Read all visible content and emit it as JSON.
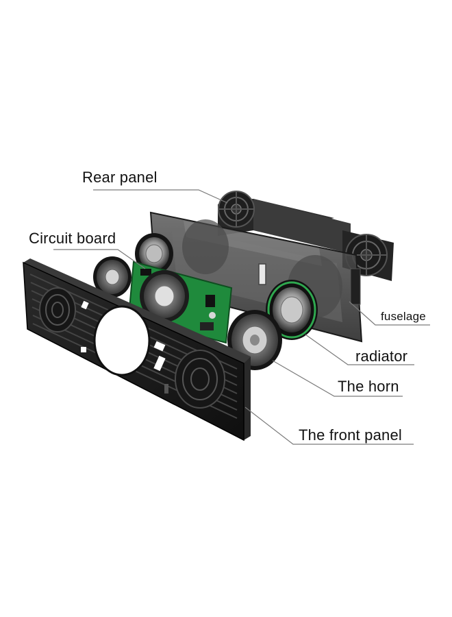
{
  "labels": {
    "rear_panel": "Rear panel",
    "circuit_board": "Circuit board",
    "fuselage": "fuselage",
    "radiator": "radiator",
    "horn": "The horn",
    "front_panel": "The front panel"
  },
  "colors": {
    "panel_dark": "#1a1a1a",
    "panel_edge": "#3a3a3a",
    "pcb_green": "#1f8a3c",
    "chrome": "#b8b8b8",
    "leader_line": "#7a7a7a",
    "text": "#111111",
    "background": "#ffffff"
  }
}
